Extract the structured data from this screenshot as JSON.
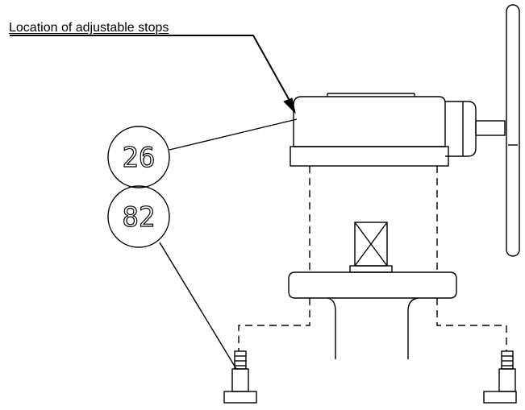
{
  "annotation": {
    "label": "Location of adjustable stops"
  },
  "callouts": [
    {
      "number": "26"
    },
    {
      "number": "82"
    }
  ]
}
